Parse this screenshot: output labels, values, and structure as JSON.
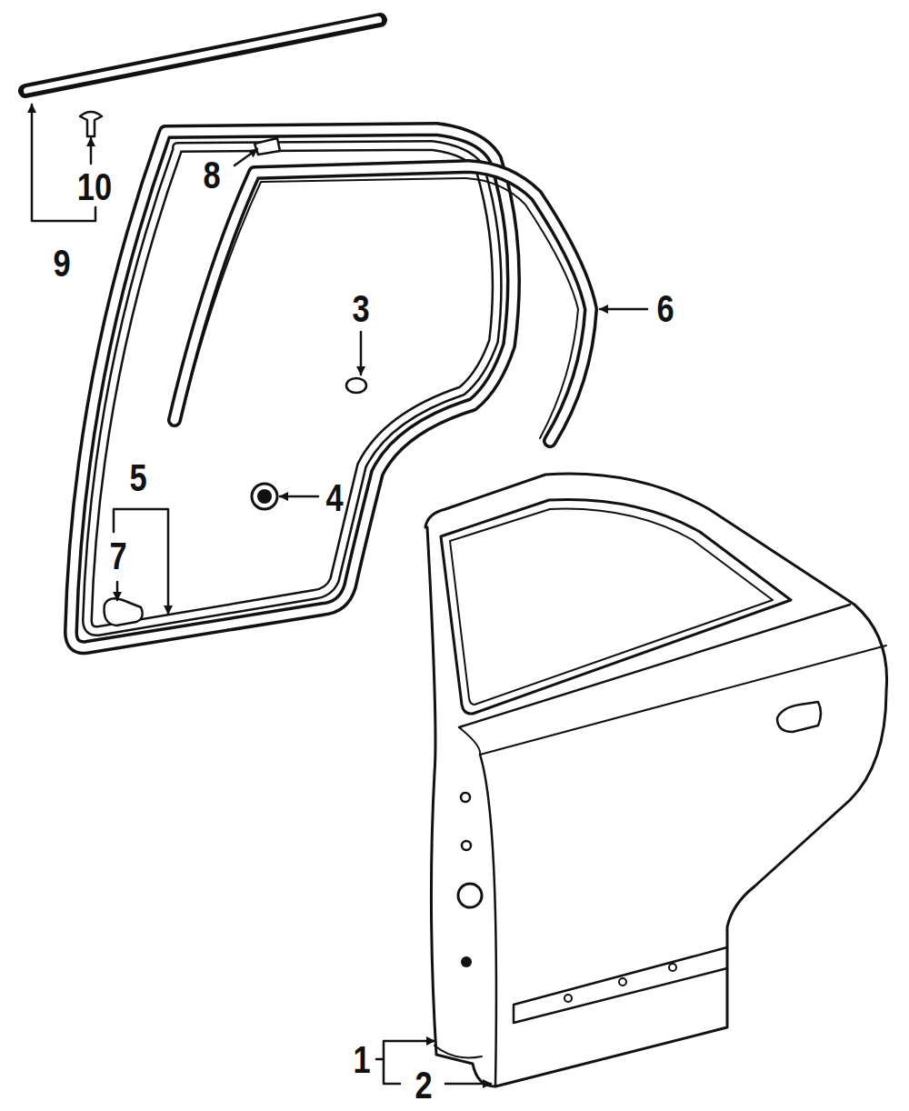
{
  "diagram": {
    "labels": [
      "10",
      "9",
      "8",
      "3",
      "6",
      "5",
      "4",
      "7",
      "1",
      "2"
    ]
  }
}
